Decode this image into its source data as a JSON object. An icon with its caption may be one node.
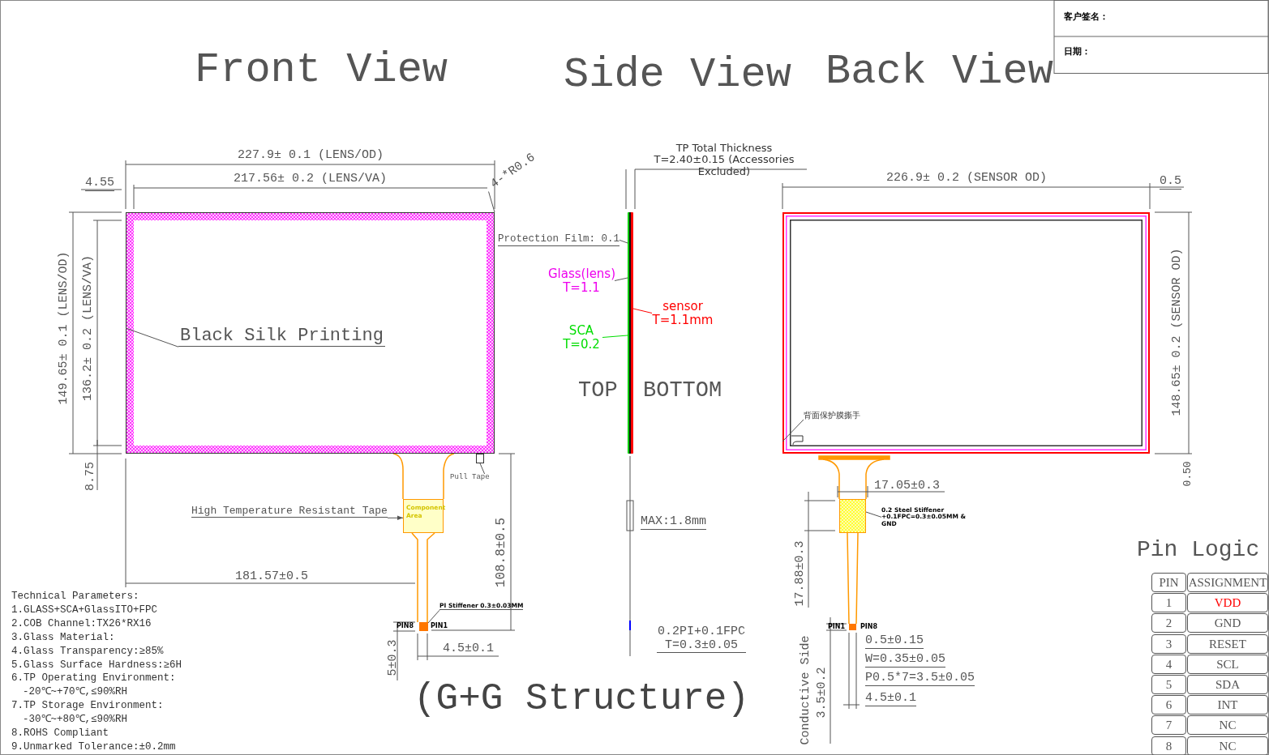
{
  "diagram": {
    "nodes": [
      {
        "text": [
          "4-*R0.6"
        ]
      },
      {
        "text": [],
        "shape": "box"
      },
      {
        "text": [
          "Black Silk Printing"
        ],
        "in": 1
      },
      {
        "text": [
          "High Temperature Resistant Tape"
        ]
      },
      {
        "text": [
          "Component Area"
        ]
      },
      {
        "text": [],
        "shape": "box"
      },
      {
        "text": [
          "Pull Tape"
        ]
      },
      {
        "text": [],
        "shape": "box"
      },
      {
        "text": [
          "PI Stiffener 0.3±0.03MM"
        ]
      },
      {
        "text": [
          "Protection Film: 0.1"
        ]
      },
      {
        "text": [
          "Glass(lens) T=1.1"
        ]
      },
      {
        "text": [],
        "shape": "bar"
      },
      {
        "text": [
          "sensor T=1.1mm"
        ]
      },
      {
        "text": [
          "SCA T=0.2"
        ]
      },
      {
        "text": [],
        "shape": "box"
      },
      {
        "text": [
          "背面保护膜撕手"
        ],
        "in": 14
      },
      {
        "text": [],
        "shape": "box"
      },
      {
        "text": [
          "0.2 Steel Stiffener +0.1FPC=0.3±0.05MM & GND"
        ]
      }
    ],
    "edges": [
      {
        "from": 0,
        "to": 1,
        "arrow": "none"
      },
      {
        "from": 2,
        "to": 1,
        "arrow": "none"
      },
      {
        "from": 3,
        "to": 4,
        "arrow": "to"
      },
      {
        "from": 6,
        "to": 5,
        "arrow": "none"
      },
      {
        "from": 8,
        "to": 7,
        "arrow": "none"
      },
      {
        "from": 9,
        "to": 11,
        "arrow": "none"
      },
      {
        "from": 10,
        "to": 11,
        "arrow": "none"
      },
      {
        "from": 12,
        "to": 11,
        "arrow": "none",
        "color": "#ff0000"
      },
      {
        "from": 13,
        "to": 11,
        "arrow": "none",
        "color": "#00dd00"
      },
      {
        "from": 15,
        "to": 14,
        "arrow": "none"
      },
      {
        "from": 17,
        "to": 16,
        "arrow": "none"
      }
    ],
    "labels": [
      "客户签名：",
      "日期：",
      "Front View",
      "Side View",
      "Back View",
      "227.9± 0.1 (LENS/OD)",
      "4.55",
      "217.56± 0.2 (LENS/VA)",
      "149.65± 0.1 (LENS/OD)",
      "136.2± 0.2 (LENS/VA)",
      "8.75",
      "181.57±0.5",
      "108.8±0.5",
      "5±0.3",
      "4.5±0.1",
      "PIN8",
      "PIN1",
      "TP Total Thickness T=2.40±0.15 (Accessories Excluded)",
      "TOP",
      "BOTTOM",
      "MAX:1.8mm",
      "0.2PI+0.1FPC T=0.3±0.05",
      "226.9± 0.2 (SENSOR OD)",
      "0.5",
      "148.65± 0.2 (SENSOR OD)",
      "0.50",
      "17.05±0.3",
      "17.88±0.3",
      "PIN1",
      "PIN8",
      "0.5±0.15",
      "W=0.35±0.05",
      "P0.5*7=3.5±0.05",
      "4.5±0.1",
      "Conductive Side",
      "3.5±0.2",
      "Pin Logic",
      "PIN",
      "ASSIGNMENT",
      "1",
      "VDD",
      "2",
      "GND",
      "3",
      "RESET",
      "4",
      "SCL",
      "5",
      "SDA",
      "6",
      "INT",
      "7",
      "NC",
      "8",
      "NC",
      "Technical Parameters:",
      "1.GLASS+SCA+GlassITO+FPC",
      "2.COB Channel:TX26*RX16",
      "3.Glass Material:",
      "4.Glass Transparency:≥85%",
      "5.Glass Surface Hardness:≥6H",
      "6.TP Operating Environment: -20℃~+70℃,≤90%RH",
      "7.TP Storage Environment: -30℃~+80℃,≤90%RH",
      "8.ROHS Compliant",
      "9.Unmarked Tolerance:±0.2mm",
      "(G+G Structure)"
    ]
  }
}
